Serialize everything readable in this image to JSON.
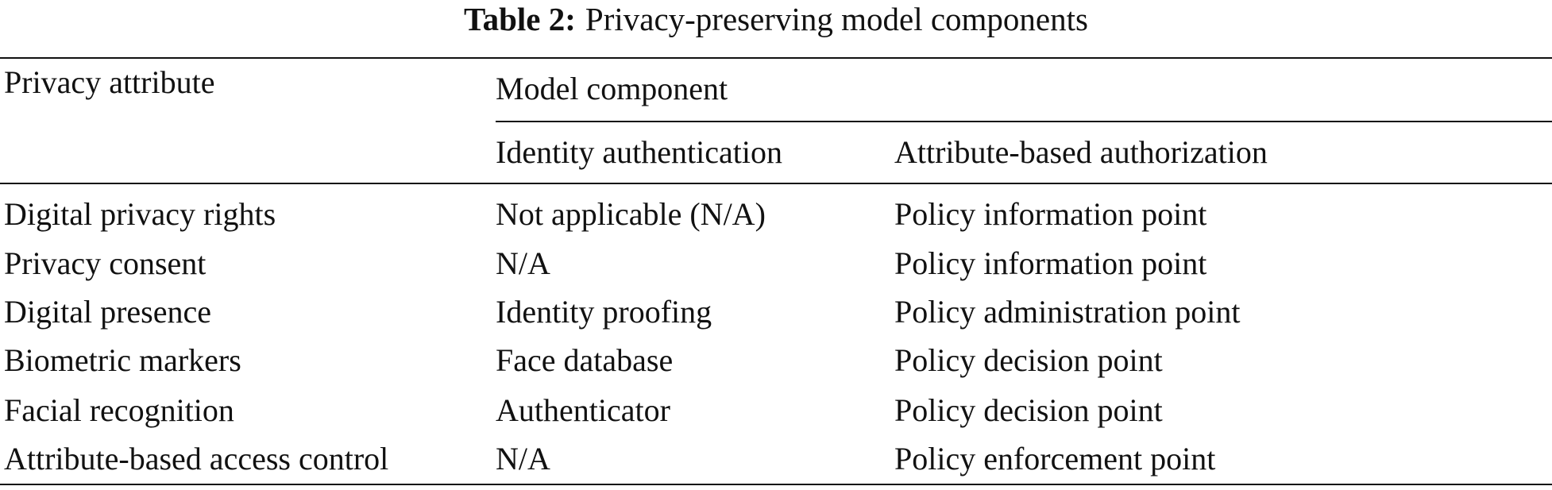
{
  "caption": {
    "label": "Table 2:",
    "title": "Privacy-preserving model components"
  },
  "table": {
    "stub_header": "Privacy attribute",
    "group_header": "Model component",
    "columns": [
      "Identity authentication",
      "Attribute-based authorization"
    ],
    "rows": [
      [
        "Digital privacy rights",
        "Not applicable (N/A)",
        "Policy information point"
      ],
      [
        "Privacy consent",
        "N/A",
        "Policy information point"
      ],
      [
        "Digital presence",
        "Identity proofing",
        "Policy administration point"
      ],
      [
        "Biometric markers",
        "Face database",
        "Policy decision point"
      ],
      [
        "Facial recognition",
        "Authenticator",
        "Policy decision point"
      ],
      [
        "Attribute-based access control",
        "N/A",
        "Policy enforcement point"
      ]
    ]
  }
}
